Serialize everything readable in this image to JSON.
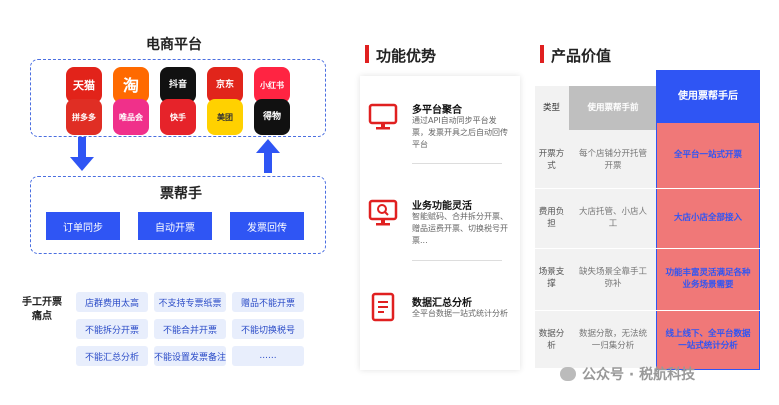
{
  "ecom": {
    "title": "电商平台",
    "platforms": [
      "天猫",
      "淘",
      "抖音",
      "京东",
      "小红书",
      "拼多多",
      "唯品会",
      "快手",
      "美团",
      "得物"
    ]
  },
  "piaobang": {
    "title": "票帮手",
    "buttons": [
      "订单同步",
      "自动开票",
      "发票回传"
    ]
  },
  "pain": {
    "label_line1": "手工开票",
    "label_line2": "痛点",
    "items": [
      "店群费用太高",
      "不支持专票纸票",
      "赠品不能开票",
      "不能拆分开票",
      "不能合并开票",
      "不能切换税号",
      "不能汇总分析",
      "不能设置发票备注",
      "......"
    ]
  },
  "features": {
    "title": "功能优势",
    "items": [
      {
        "title": "多平台聚合",
        "desc": "通过API自动同步平台发票，发票开具之后自动回传平台"
      },
      {
        "title": "业务功能灵活",
        "desc": "智能赋码、合并拆分开票、赠品运费开票、切换税号开票..."
      },
      {
        "title": "数据汇总分析",
        "desc": "全平台数据一站式统计分析"
      }
    ]
  },
  "value": {
    "title": "产品价值",
    "head": {
      "type": "类型",
      "before": "使用票帮手前",
      "after": "使用票帮手后"
    },
    "rows": [
      {
        "type": "开票方式",
        "before": "每个店铺分开托管开票",
        "after": "全平台一站式开票"
      },
      {
        "type": "费用负担",
        "before": "大店托管、小店人工",
        "after": "大店小店全部接入"
      },
      {
        "type": "场景支撑",
        "before": "缺失场景全靠手工弥补",
        "after": "功能丰富灵活满足各种业务场景需要"
      },
      {
        "type": "数据分析",
        "before": "数据分散，无法统一归集分析",
        "after": "线上线下、全平台数据一站式统计分析"
      }
    ]
  },
  "watermark": "公众号 · 税航科技",
  "colors": {
    "accent": "#2f55f4",
    "red": "#e02020",
    "after_red": "#f07878"
  }
}
